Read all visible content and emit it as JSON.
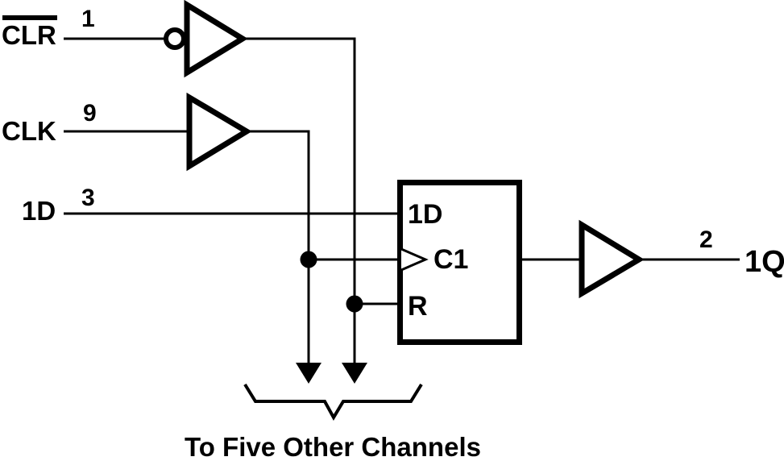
{
  "colors": {
    "ink": "#000000",
    "paper": "#ffffff"
  },
  "signals": {
    "clr": {
      "label": "CLR",
      "pin": "1",
      "overline": true
    },
    "clk": {
      "label": "CLK",
      "pin": "9"
    },
    "d": {
      "label": "1D",
      "pin": "3"
    },
    "q": {
      "label": "1Q",
      "pin": "2"
    }
  },
  "flipflop": {
    "ports": {
      "data": "1D",
      "clock": "C1",
      "reset": "R"
    }
  },
  "caption": "To Five Other Channels"
}
